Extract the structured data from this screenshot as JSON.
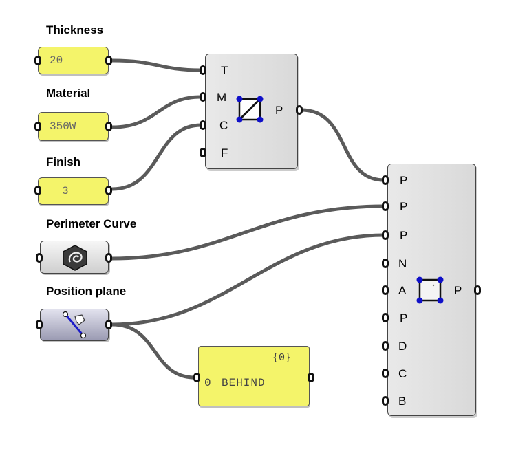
{
  "inputs": {
    "thickness": {
      "label": "Thickness",
      "value": "20"
    },
    "material": {
      "label": "Material",
      "value": "350W"
    },
    "finish": {
      "label": "Finish",
      "value": "3"
    },
    "perimeter_curve": {
      "label": "Perimeter Curve"
    },
    "position_plane": {
      "label": "Position plane"
    }
  },
  "component1": {
    "inputs": [
      "T",
      "M",
      "C",
      "F"
    ],
    "output": "P",
    "icon": "diagonal-square-icon"
  },
  "component2": {
    "inputs": [
      "P",
      "P",
      "P",
      "N",
      "A",
      "P",
      "D",
      "C",
      "B"
    ],
    "output": "P",
    "icon": "square-points-icon"
  },
  "output_panel": {
    "path": "{0}",
    "index": "0",
    "value": "BEHIND"
  },
  "colors": {
    "panel": "#f4f46a",
    "wire": "#5a5a5a",
    "component": "#e2e2e2",
    "node_blue": "#1010c8"
  }
}
